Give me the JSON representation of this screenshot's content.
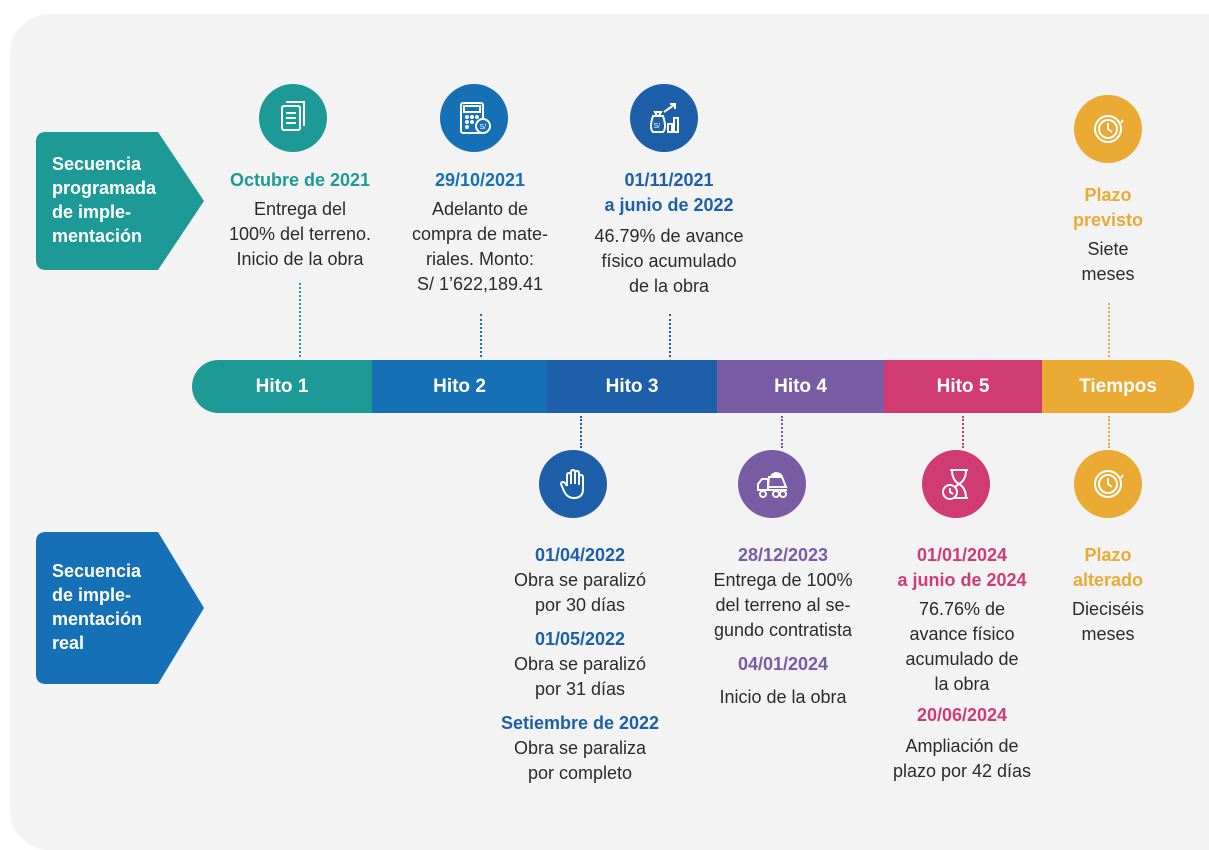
{
  "colors": {
    "teal": "#1d9a96",
    "blue": "#1670b5",
    "blue2": "#1d5fa8",
    "purple": "#7a5ca5",
    "pink": "#d03c72",
    "yellow": "#eaaa34"
  },
  "side_labels": {
    "programada": "Secuencia\nprogramada\nde imple-\nmentación",
    "real": "Secuencia\nde imple-\nmentación\nreal"
  },
  "bar": {
    "hito1": "Hito 1",
    "hito2": "Hito 2",
    "hito3": "Hito 3",
    "hito4": "Hito 4",
    "hito5": "Hito 5",
    "tiempos": "Tiempos"
  },
  "top": {
    "h1": {
      "date": "Octubre de 2021",
      "text": "Entrega del\n100% del terreno.\nInicio de la obra",
      "icon": "document-icon"
    },
    "h2": {
      "date": "29/10/2021",
      "text": "Adelanto de\ncompra de mate-\nriales. Monto:\nS/ 1’622,189.41",
      "icon": "calculator-icon"
    },
    "h3": {
      "date": "01/11/2021\na junio de 2022",
      "text": "46.79% de avance\nfísico acumulado\nde la obra",
      "icon": "money-growth-icon"
    },
    "tiempos": {
      "date": "Plazo\nprevisto",
      "text": "Siete\nmeses",
      "icon": "clock-icon"
    }
  },
  "bottom": {
    "h3": {
      "d1": "01/04/2022",
      "t1": "Obra se paralizó\npor 30 días",
      "d2": "01/05/2022",
      "t2": "Obra se paralizó\npor 31 días",
      "d3": "Setiembre de 2022",
      "t3": "Obra se paraliza\npor completo",
      "icon": "stop-hand-icon"
    },
    "h4": {
      "d1": "28/12/2023",
      "t1": "Entrega de 100%\ndel terreno al se-\ngundo contratista",
      "d2": "04/01/2024",
      "t2": "Inicio de la obra",
      "icon": "dump-truck-icon"
    },
    "h5": {
      "d1": "01/01/2024\na junio de 2024",
      "t1": "76.76% de\navance físico\nacumulado de\nla obra",
      "d2": "20/06/2024",
      "t2": "Ampliación de\nplazo por 42 días",
      "icon": "hourglass-icon"
    },
    "tiempos": {
      "date": "Plazo\nalterado",
      "text": "Dieciséis\nmeses",
      "icon": "clock-icon"
    }
  }
}
